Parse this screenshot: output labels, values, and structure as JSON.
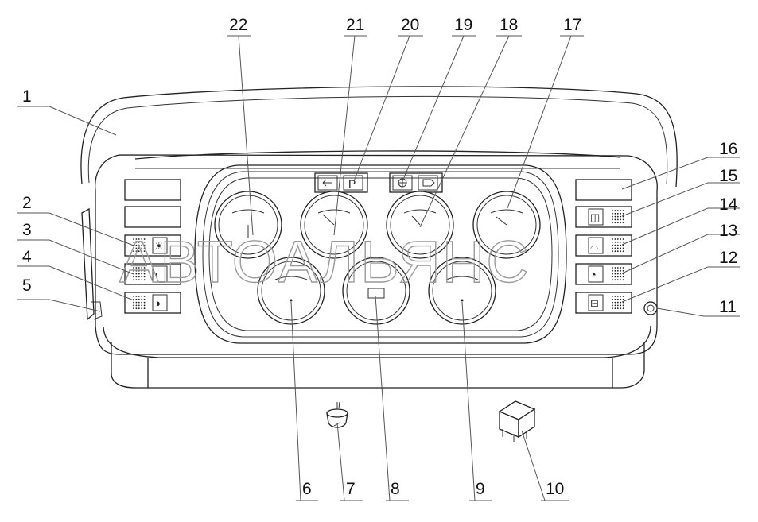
{
  "callout_numbers": {
    "n1": "1",
    "n2": "2",
    "n3": "3",
    "n4": "4",
    "n5": "5",
    "n6": "6",
    "n7": "7",
    "n8": "8",
    "n9": "9",
    "n10": "10",
    "n11": "11",
    "n12": "12",
    "n13": "13",
    "n14": "14",
    "n15": "15",
    "n16": "16",
    "n17": "17",
    "n18": "18",
    "n19": "19",
    "n20": "20",
    "n21": "21",
    "n22": "22"
  },
  "indicator_lamps": {
    "parking_brake_symbol": "P"
  },
  "watermark": "АВТОАЛЬЯНС",
  "colors": {
    "line": "#222222",
    "leader": "#555555",
    "watermark": "#9a9a9a",
    "background": "#ffffff"
  }
}
